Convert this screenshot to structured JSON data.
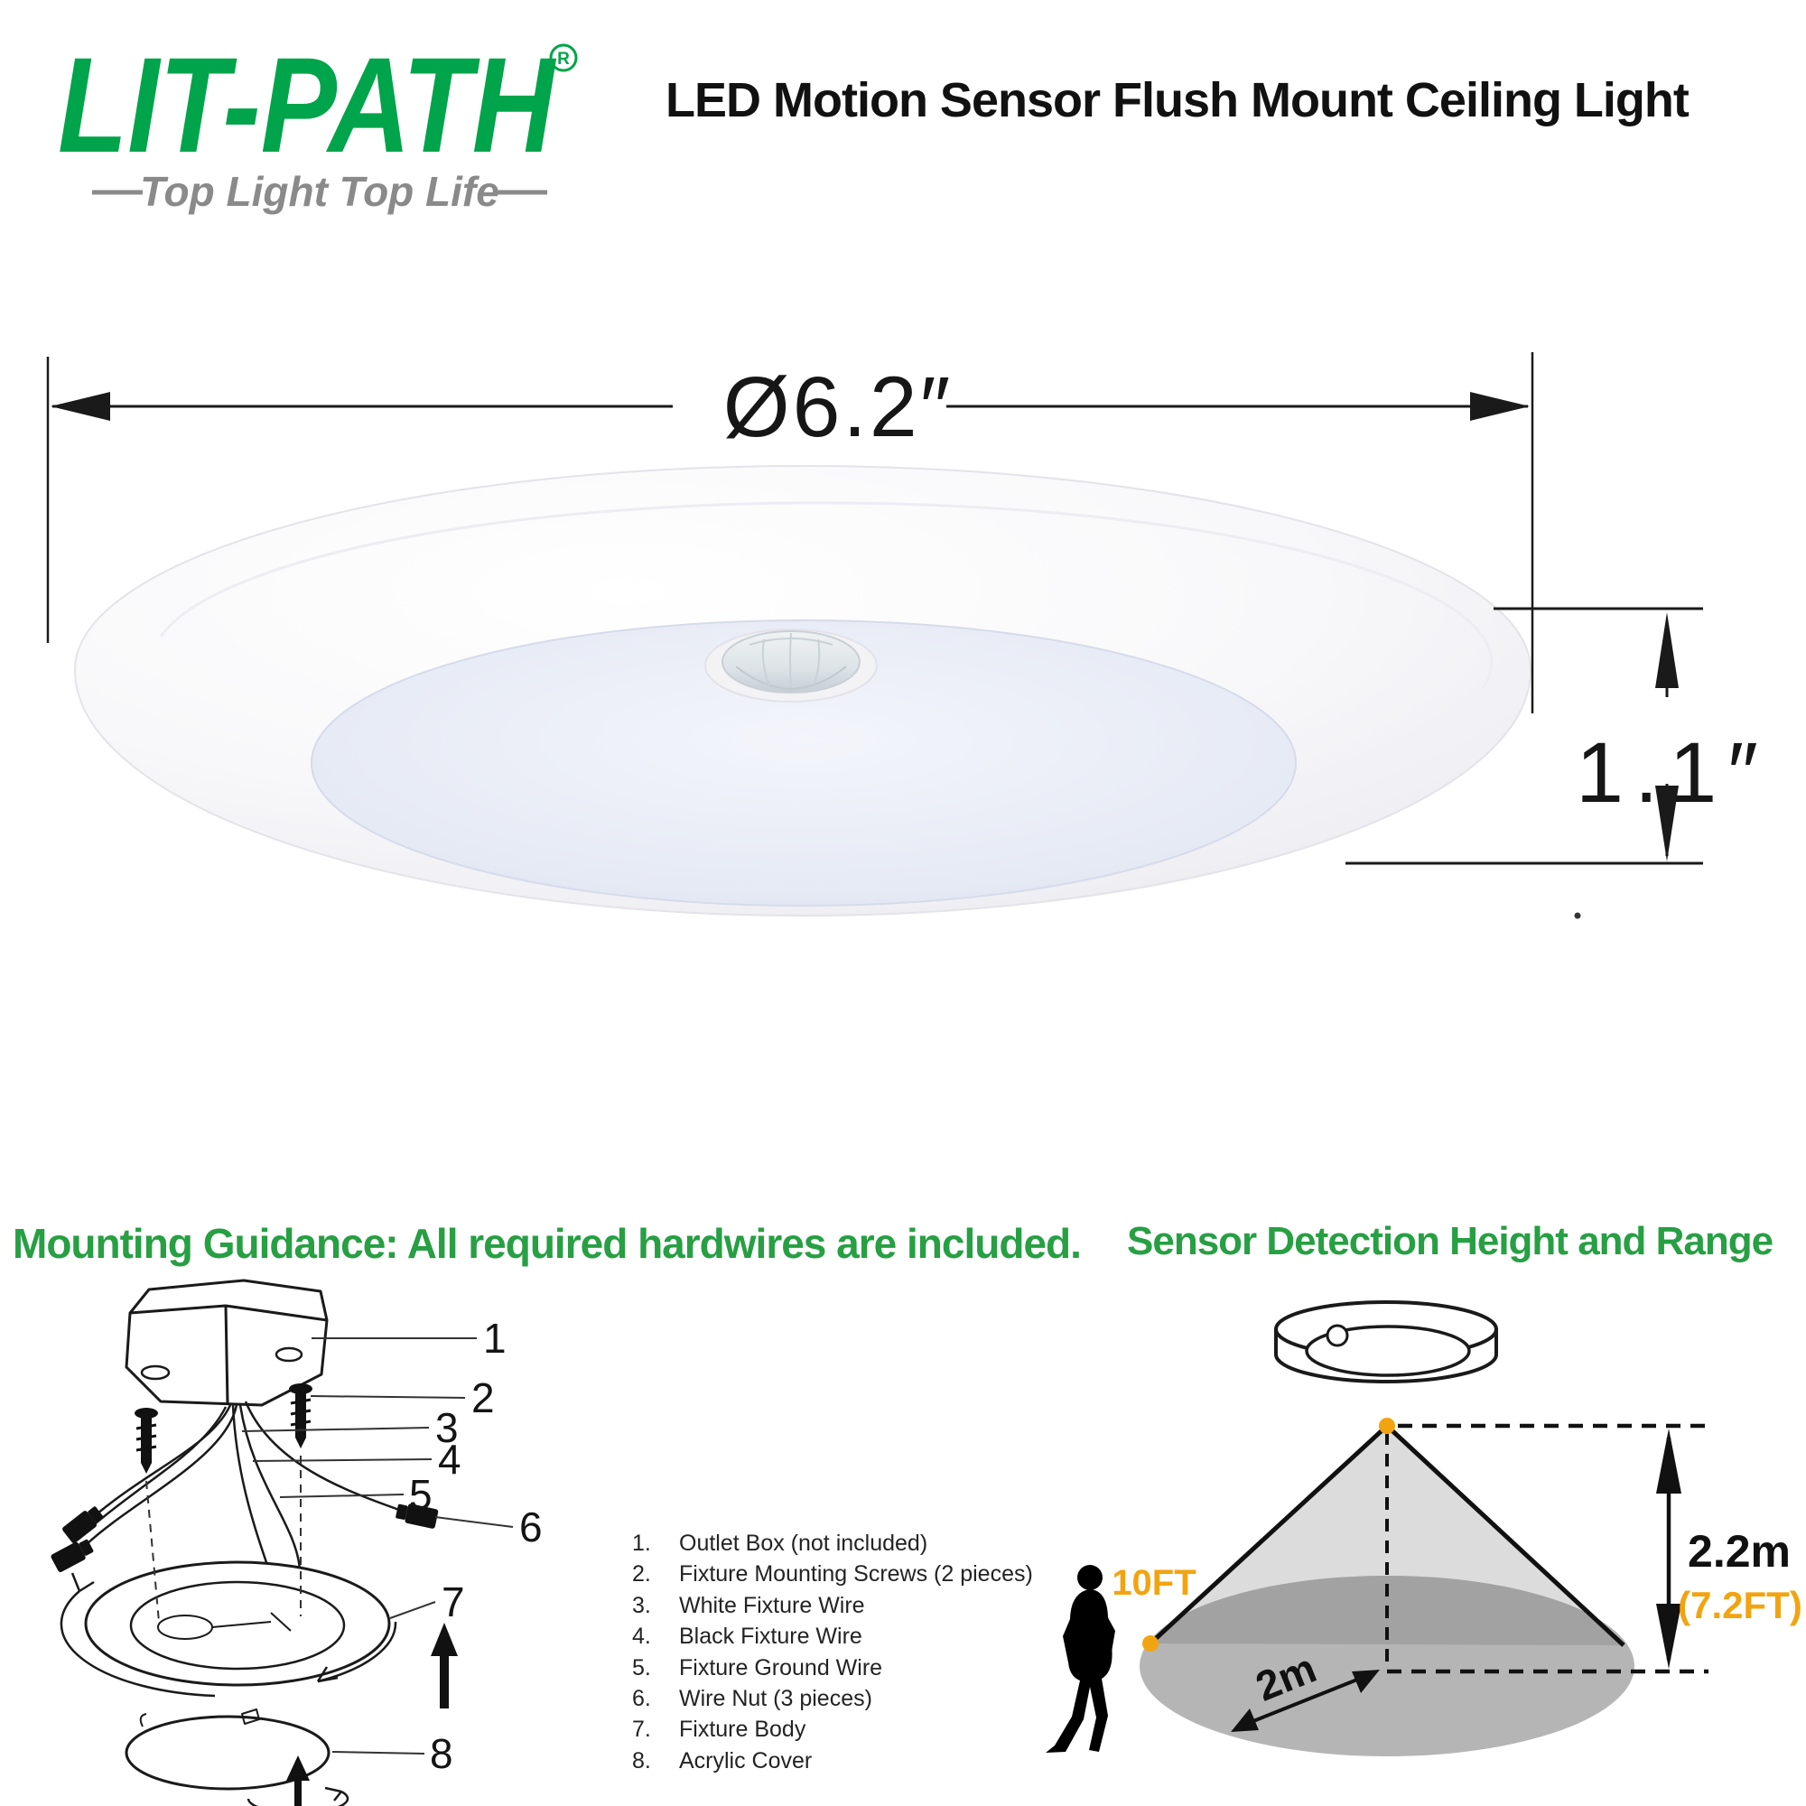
{
  "colors": {
    "brand_green": "#00A44A",
    "heading_green": "#279F43",
    "accent_orange": "#F2A410",
    "gray_tagline": "#8A8A8A",
    "ink": "#161616",
    "cone_fill": "#DCDCDC",
    "ellipse_fill": "#B5B5B5",
    "ellipse_overlap": "#A2A2A2"
  },
  "header": {
    "logo_text": "LIT-PATH",
    "logo_reg": "R",
    "tagline": "Top Light Top Life",
    "title": "LED Motion Sensor Flush Mount Ceiling Light"
  },
  "product_view": {
    "diameter_label": "Ø6.2″",
    "height_label": "1.1″"
  },
  "mounting": {
    "heading": "Mounting Guidance: All required hardwires are included.",
    "diagram_labels": [
      "1",
      "2",
      "3",
      "4",
      "5",
      "6",
      "7",
      "8"
    ],
    "parts": [
      {
        "num": "1.",
        "text": "Outlet Box (not included)"
      },
      {
        "num": "2.",
        "text": "Fixture Mounting Screws (2 pieces)"
      },
      {
        "num": "3.",
        "text": "White Fixture Wire"
      },
      {
        "num": "4.",
        "text": "Black Fixture Wire"
      },
      {
        "num": "5.",
        "text": "Fixture Ground Wire"
      },
      {
        "num": "6.",
        "text": "Wire Nut (3 pieces)"
      },
      {
        "num": "7.",
        "text": "Fixture Body"
      },
      {
        "num": "8.",
        "text": "Acrylic Cover"
      }
    ]
  },
  "sensor": {
    "heading": "Sensor Detection Height and Range",
    "walk_distance_label": "10FT",
    "height_label": "2.2m",
    "height_alt_label": "(7.2FT)",
    "radius_label": "2m"
  }
}
